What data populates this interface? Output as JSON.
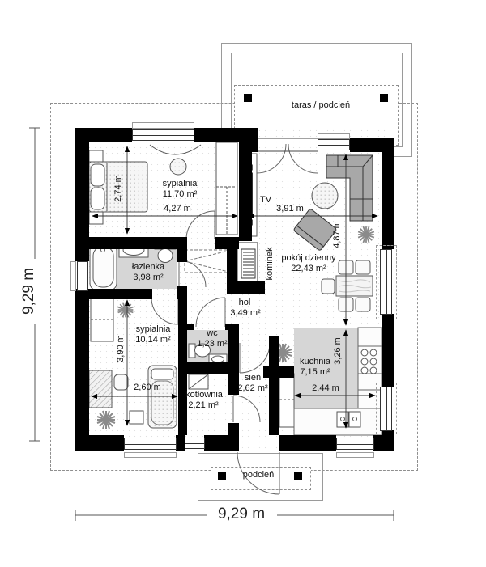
{
  "floorplan": {
    "terrace_label": "taras / podcień",
    "porch_label": "podcień",
    "tv_label": "TV",
    "fireplace_label": "kominek",
    "rooms": [
      {
        "name": "sypialnia",
        "area": "11,70 m²"
      },
      {
        "name": "pokój dzienny",
        "area": "22,43 m²"
      },
      {
        "name": "łazienka",
        "area": "3,98 m²"
      },
      {
        "name": "hol",
        "area": "3,49 m²"
      },
      {
        "name": "sypialnia",
        "area": "10,14 m²"
      },
      {
        "name": "wc",
        "area": "1,23 m²"
      },
      {
        "name": "kotłownia",
        "area": "2,21 m²"
      },
      {
        "name": "sień",
        "area": "2,62 m²"
      },
      {
        "name": "kuchnia",
        "area": "7,15 m²"
      }
    ],
    "dims": {
      "bedroom1_width": "4,27 m",
      "bedroom1_depth": "2,74 m",
      "living_width": "3,91 m",
      "living_depth": "4,87 m",
      "bedroom2_depth": "3,90 m",
      "bedroom2_width": "2,60 m",
      "kitchen_depth": "3,26 m",
      "kitchen_width": "2,44 m",
      "overall_width": "9,29 m",
      "overall_height": "9,29 m"
    },
    "colors": {
      "wall": "#000000",
      "floor_gray": "#d6d6d6",
      "furniture_gray": "#a8a8a8"
    }
  }
}
